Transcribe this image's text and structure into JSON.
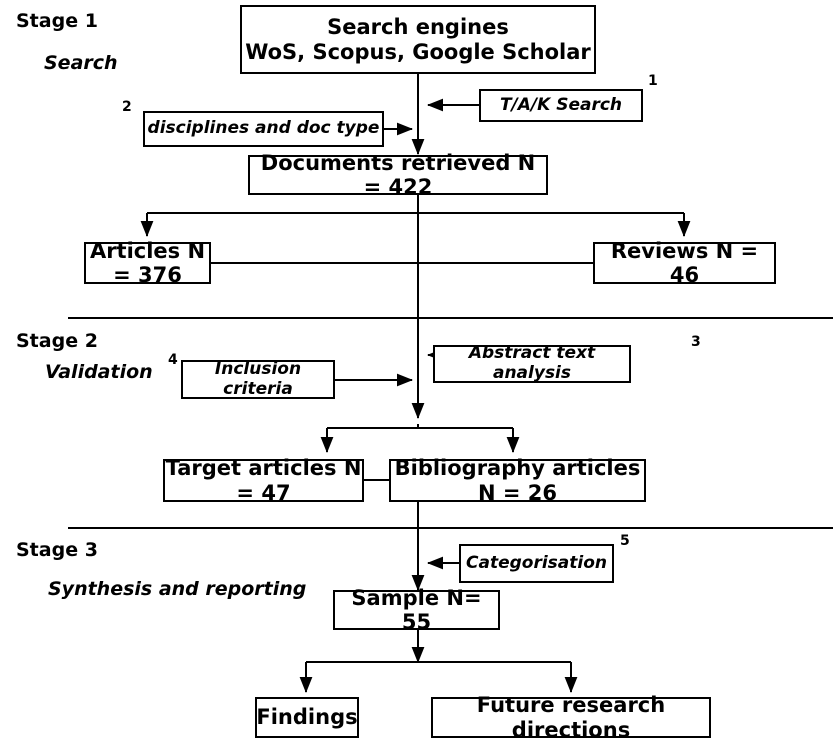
{
  "diagram": {
    "title": "PRISMA-style literature review flow diagram",
    "stages": [
      {
        "name": "Stage 1",
        "subtitle": "Search"
      },
      {
        "name": "Stage 2",
        "subtitle": "Validation"
      },
      {
        "name": "Stage 3",
        "subtitle": "Synthesis and reporting"
      }
    ],
    "boxes": {
      "search_engines_line1": "Search engines",
      "search_engines_line2": "WoS, Scopus, Google Scholar",
      "tak_search": "T/A/K Search",
      "disciplines": "disciplines and doc type",
      "documents_retrieved": "Documents retrieved N = 422",
      "articles": "Articles N = 376",
      "reviews": "Reviews N = 46",
      "abstract_text_analysis": "Abstract text analysis",
      "inclusion_criteria": "Inclusion criteria",
      "target_articles": "Target articles N = 47",
      "bibliography_articles": "Bibliography articles N = 26",
      "categorisation": "Categorisation",
      "sample": "Sample N= 55",
      "findings": "Findings",
      "future_research": "Future research directions"
    },
    "step_numbers": {
      "one": "1",
      "two": "2",
      "three": "3",
      "four": "4",
      "five": "5"
    },
    "colors": {
      "stroke": "#000000",
      "background": "#ffffff",
      "text": "#000000"
    }
  }
}
